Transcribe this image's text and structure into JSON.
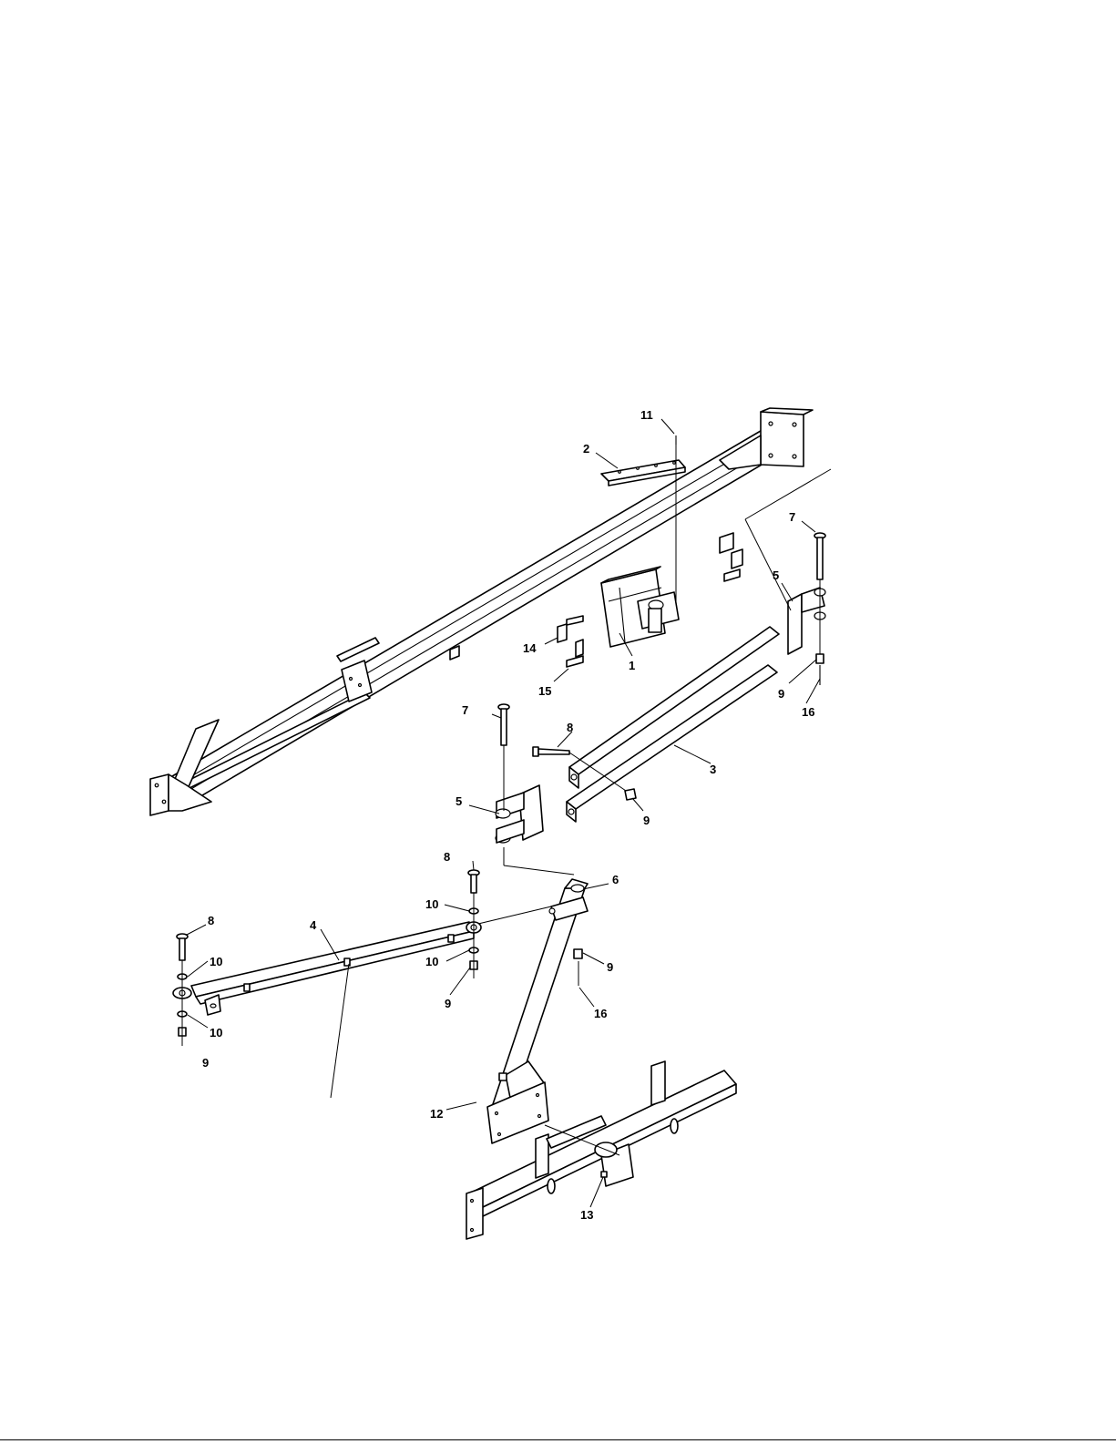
{
  "diagram": {
    "callouts": {
      "c11": "11",
      "c2": "2",
      "c7a": "7",
      "c5a": "5",
      "c14": "14",
      "c1": "1",
      "c15": "15",
      "c9a": "9",
      "c16a": "16",
      "c7b": "7",
      "c8a": "8",
      "c3": "3",
      "c5b": "5",
      "c9b": "9",
      "c8b": "8",
      "c6": "6",
      "c10a": "10",
      "c8c": "8",
      "c4": "4",
      "c10b": "10",
      "c9c": "9",
      "c10c": "10",
      "c9d": "9",
      "c10d": "10",
      "c9e": "9",
      "c16b": "16",
      "c12": "12",
      "c13": "13"
    }
  }
}
